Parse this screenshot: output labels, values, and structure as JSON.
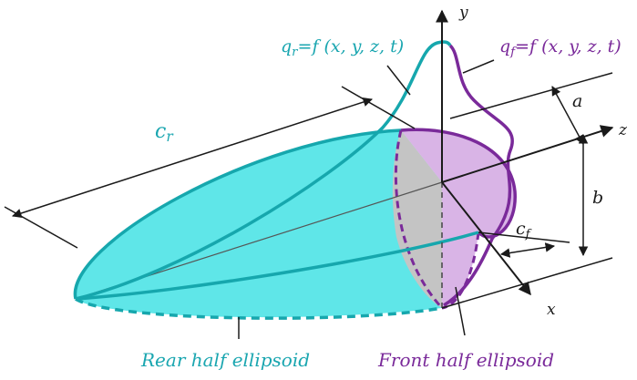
{
  "axes": {
    "x": "x",
    "y": "y",
    "z": "z"
  },
  "dimensions": {
    "a": "a",
    "b": "b",
    "c_r": "c",
    "c_r_sub": "r",
    "c_f": "c",
    "c_f_sub": "f"
  },
  "formulas": {
    "rear": {
      "q": "q",
      "sub": "r",
      "rhs": "=f (x, y, z, t)"
    },
    "front": {
      "q": "q",
      "sub": "f",
      "rhs": "=f (x, y, z, t)"
    }
  },
  "captions": {
    "rear": "Rear half ellipsoid",
    "front": "Front half ellipsoid"
  },
  "colors": {
    "rear_fill": "#5fe6e8",
    "rear_stroke": "#16a7ad",
    "front_fill": "#d9b4e6",
    "front_stroke": "#7a2a9a",
    "cross_section": "#c4c4c4",
    "line": "#1a1a1a"
  }
}
